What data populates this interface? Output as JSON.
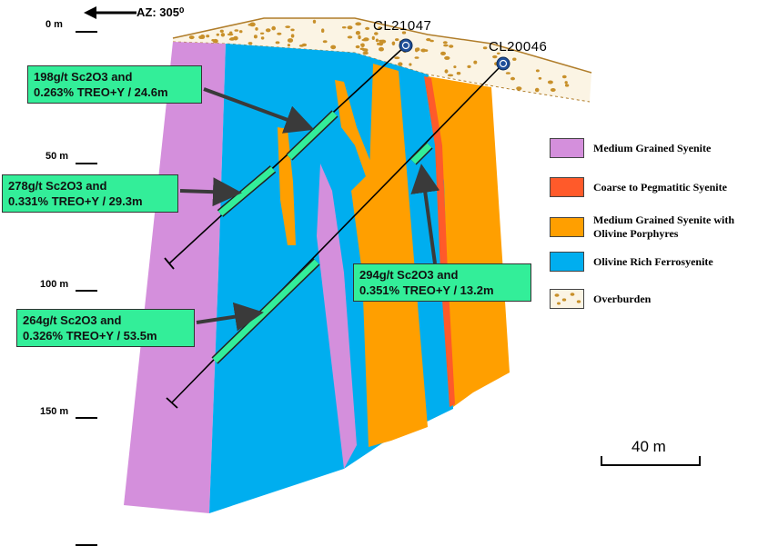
{
  "azimuth": {
    "label": "AZ: 305⁰"
  },
  "depth_labels": [
    "0 m",
    "50 m",
    "100 m",
    "150 m"
  ],
  "drill_holes": [
    {
      "id": "CL21047"
    },
    {
      "id": "CL20046"
    }
  ],
  "intercepts": [
    {
      "line1": "198g/t Sc2O3 and",
      "line2": "0.263% TREO+Y / 24.6m"
    },
    {
      "line1": "278g/t Sc2O3 and",
      "line2": "0.331% TREO+Y / 29.3m"
    },
    {
      "line1": "294g/t Sc2O3 and",
      "line2": "0.351% TREO+Y / 13.2m"
    },
    {
      "line1": "264g/t Sc2O3 and",
      "line2": "0.326% TREO+Y / 53.5m"
    }
  ],
  "legend": [
    {
      "label": "Medium Grained Syenite",
      "color": "#d48fdc"
    },
    {
      "label": "Coarse to Pegmatitic Syenite",
      "color": "#ff5a2a"
    },
    {
      "label": "Medium Grained Syenite with Olivine Porphyres",
      "color": "#ff9f00"
    },
    {
      "label": "Olivine Rich Ferrosyenite",
      "color": "#00aeef"
    },
    {
      "label": "Overburden",
      "color": "#c8902a"
    }
  ],
  "scale_bar": {
    "label": "40 m"
  },
  "colors": {
    "syenite": "#d48fdc",
    "pegmatitic": "#ff5a2a",
    "porphyres": "#ff9f00",
    "ferrosyenite": "#00aeef",
    "overburden": "#c8902a",
    "intercept": "#33ee99",
    "collar": "#1f4f99"
  }
}
